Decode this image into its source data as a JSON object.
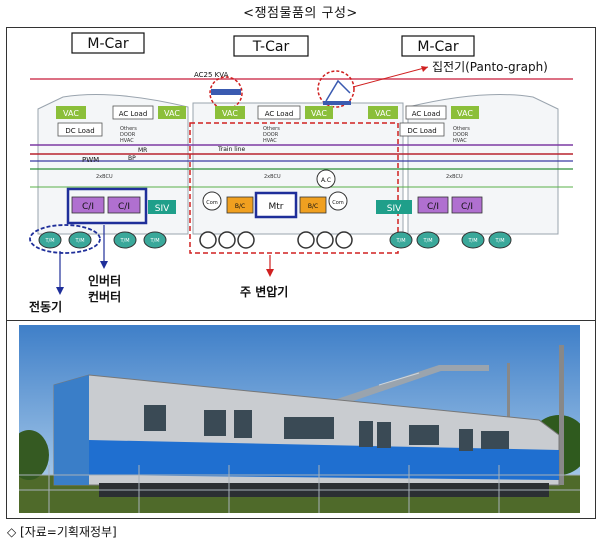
{
  "title": "<쟁점물품의 구성>",
  "diagram": {
    "car_left": "M-Car",
    "car_mid": "T-Car",
    "car_right": "M-Car",
    "pantograph_label": "집전기(Panto-graph)",
    "traction_motor_label": "전동기",
    "inverter_label_line1": "인버터",
    "inverter_label_line2": "컨버터",
    "transformer_label": "주 변압기",
    "ac_power": "AC25 KVA",
    "vac": "VAC",
    "ac_load": "AC Load",
    "dc_load": "DC Load",
    "others_1": "Others",
    "others_2": "DOOR",
    "others_3": "HVAC",
    "mr": "MR",
    "bp": "BP",
    "pwm": "PWM",
    "train_line": "Train line",
    "ci": "C/I",
    "siv": "SIV",
    "mtr": "Mtr",
    "bc": "B/C",
    "com": "Com",
    "ac_short": "A.C",
    "tm": "T/M",
    "bcu": "2xBCU"
  },
  "source_text": "◇ [자료=기획재정부]"
}
